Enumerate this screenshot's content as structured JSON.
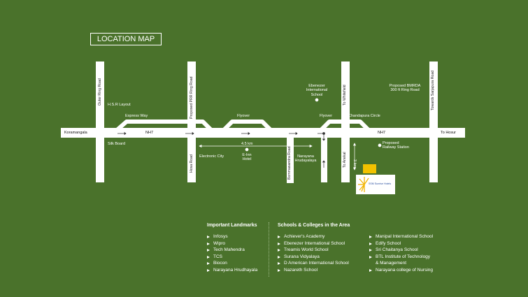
{
  "title": "LOCATION MAP",
  "colors": {
    "background": "#4a722b",
    "road": "#ffffff",
    "project_marker": "#f2c200"
  },
  "map": {
    "roads": {
      "nh7_left": "NH7",
      "nh7_right": "NH7",
      "outer_ring": "Outer Ring Road",
      "prr": "Proposed PRR Ring Road",
      "hosa": "Hosa Road",
      "bommasandra": "Bommasandra Road",
      "whitefield": "To Whitefield",
      "anekal": "To Anekal",
      "sarjapura": "Towards Sarjapura Road",
      "koramangala": "Koramangala",
      "hosur": "To Hosur"
    },
    "labels": {
      "hsr": "H.S.R Layout",
      "express": "Express Way",
      "silk": "Silk Board",
      "flyover1": "Flyover",
      "flyover2": "Flyover",
      "chandapura": "Chandapura Circle",
      "electronic_city": "Electronic City",
      "distance1": "4.5 km",
      "einn": "E-Inn Hotel",
      "narayana": "Narayana Hrudayalaya",
      "ebenezer": "Ebenezer International School",
      "bmrda": "Proposed BMRDA 300 ft Ring Road",
      "railway": "Proposed Railway Station",
      "distance2": "3 km"
    },
    "logo_text": "SSM Sunrise Hotels"
  },
  "landmarks": {
    "heading": "Important Landmarks",
    "items": [
      "Infosys",
      "Wipro",
      "Tech Mahendra",
      "TCS",
      "Biocon",
      "Narayana Hrudhayala"
    ]
  },
  "schools": {
    "heading": "Schools & Colleges in the Area",
    "col1": [
      "Achiever's Academy",
      "Ebenezer International School",
      "Treamis World School",
      "Surana Vidyalaya",
      "D American International School",
      "Nazareth School"
    ],
    "col2": [
      "Manipal International School",
      "Edify School",
      "Sri Chaitanya School",
      "BTL Institute of Technology",
      "& Management",
      "Narayana college of Nursing"
    ]
  }
}
